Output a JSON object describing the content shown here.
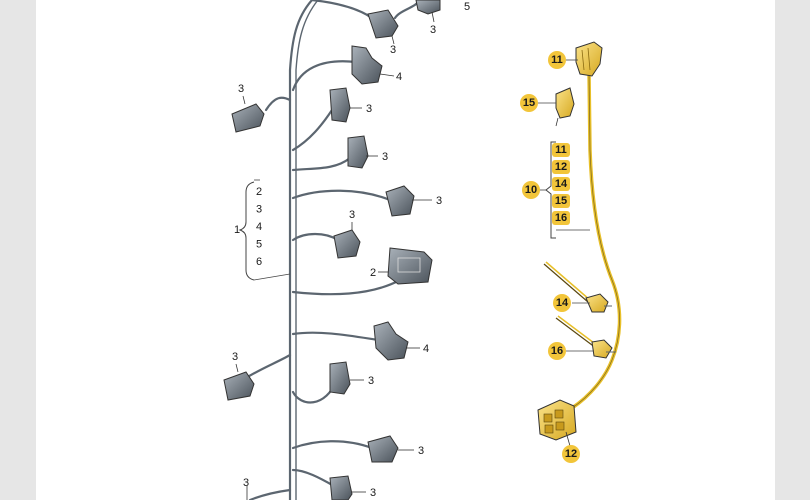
{
  "colors": {
    "background": "#e6e6e6",
    "panel": "#ffffff",
    "wire": "#5c6670",
    "connector": "#7a8590",
    "connector_dark": "#3f464d",
    "highlight_wire": "#e8c02a",
    "badge": "#f2c53a"
  },
  "left_harness": {
    "callouts": {
      "c_top5": "5",
      "c_top3a": "3",
      "c_top3b": "3",
      "c_4a": "4",
      "c_3_leftupper": "3",
      "c_3_mid1": "3",
      "c_3_mid2": "3",
      "c_3_mid3": "3",
      "c_3_mid4": "3",
      "c_2": "2",
      "c_4b": "4",
      "c_3_leftlower": "3",
      "c_3_low1": "3",
      "c_3_low2": "3",
      "c_3_bottom": "3",
      "c_3_bottomleft": "3"
    },
    "group_label": "1",
    "group_items": [
      "2",
      "3",
      "4",
      "5",
      "6"
    ]
  },
  "right_harness": {
    "badges": {
      "b11": "11",
      "b15": "15",
      "b10": "10",
      "b14": "14",
      "b16": "16",
      "b12": "12"
    },
    "group_items": [
      "11",
      "12",
      "14",
      "15",
      "16"
    ]
  }
}
